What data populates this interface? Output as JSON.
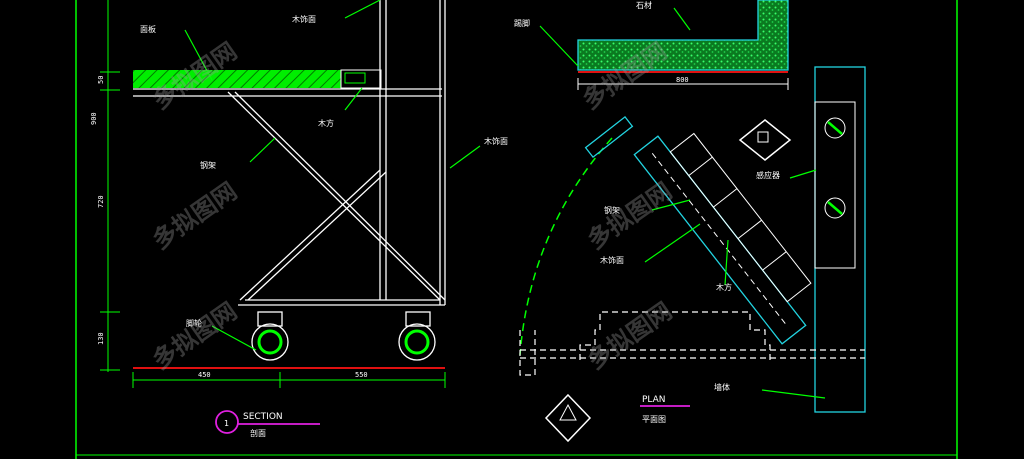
{
  "colors": {
    "background": "#000000",
    "line": "#ffffff",
    "leader": "#00ff00",
    "hatch_green": "#00ee00",
    "cyan": "#22d3e0",
    "dim_red": "#e01010",
    "magenta": "#e020e0"
  },
  "section": {
    "title": "SECTION",
    "subtitle": "剖面",
    "number": "1",
    "labels": {
      "top_hatch": "面板",
      "top_right": "木饰面",
      "mid_under": "木方",
      "brace": "钢架",
      "right_side": "木饰面",
      "caster": "脚轮"
    },
    "dims": {
      "overall_height": "900",
      "upper": "50",
      "middle": "720",
      "lower": "130",
      "width_left": "450",
      "width_right": "550"
    }
  },
  "plan": {
    "title": "PLAN",
    "subtitle": "平面图",
    "labels": {
      "top_block": "石材",
      "top_left": "踢脚",
      "right_device": "感应器",
      "mid_a": "钢架",
      "mid_b": "木饰面",
      "mid_c": "木方",
      "bottom_right": "墙体"
    },
    "dims": {
      "top_block_width": "800"
    }
  },
  "watermark": {
    "text": "多拟图网"
  }
}
